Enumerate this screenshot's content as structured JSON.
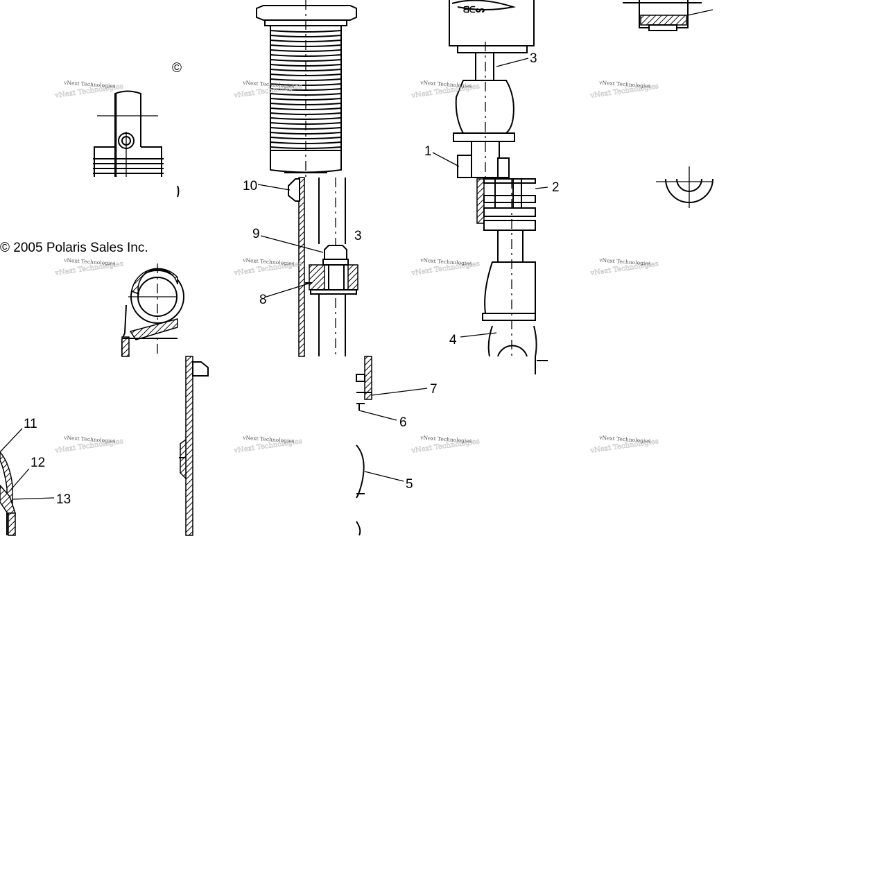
{
  "copyright": {
    "text": "© 2005 Polaris Sales Inc.",
    "partial_symbol": "©"
  },
  "watermark": {
    "text": "vNext Technologies"
  },
  "callouts": [
    {
      "label": "1"
    },
    {
      "label": "2"
    },
    {
      "label": "3"
    },
    {
      "label": "3"
    },
    {
      "label": "4"
    },
    {
      "label": "5"
    },
    {
      "label": "6"
    },
    {
      "label": "7"
    },
    {
      "label": "8"
    },
    {
      "label": "9"
    },
    {
      "label": "10"
    },
    {
      "label": "11"
    },
    {
      "label": "12"
    },
    {
      "label": "13"
    }
  ],
  "colors": {
    "line": "#000000",
    "background": "#ffffff",
    "watermark": "#555555"
  }
}
